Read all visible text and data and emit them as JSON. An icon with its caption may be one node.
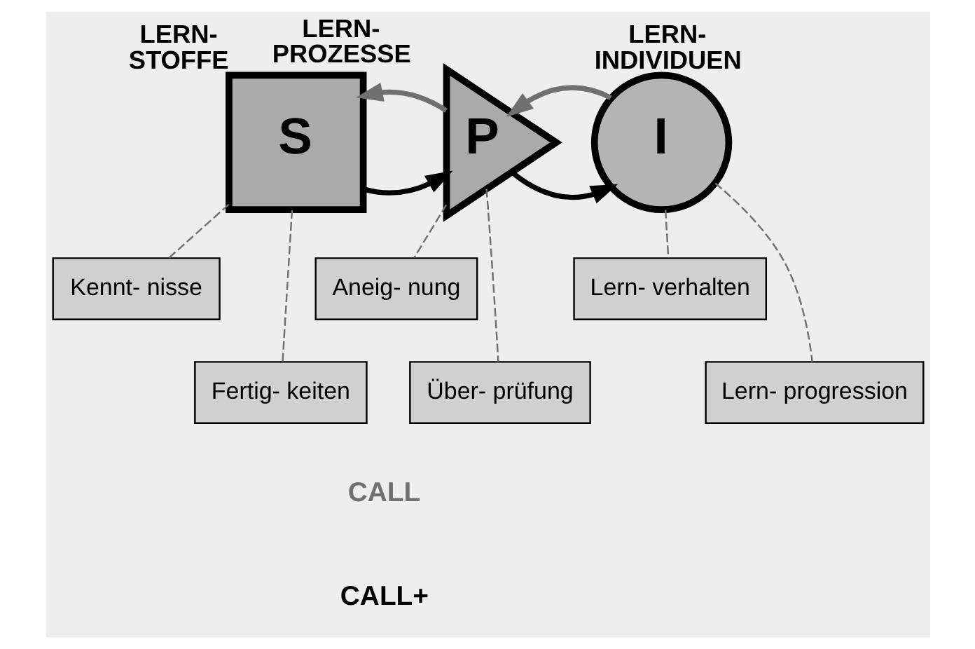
{
  "diagram": {
    "nodes": [
      {
        "text": [
          "LERN- STOFFE",
          "S"
        ]
      },
      {
        "text": [
          "LERN- PROZESSE",
          "P"
        ]
      },
      {
        "text": [
          "LERN- INDIVIDUEN",
          "I"
        ]
      },
      {
        "text": [
          "Kennt- nisse"
        ]
      },
      {
        "text": [
          "Fertig- keiten"
        ]
      },
      {
        "text": [
          "Aneig- nung"
        ]
      },
      {
        "text": [
          "Über- prüfung"
        ]
      },
      {
        "text": [
          "Lern- verhalten"
        ]
      },
      {
        "text": [
          "Lern- progression"
        ]
      }
    ],
    "edges": [
      {
        "from": 0,
        "to": 1,
        "arrow": "to",
        "style": "thick",
        "color": "#000000"
      },
      {
        "from": 1,
        "to": 0,
        "arrow": "to",
        "style": "thick",
        "color": "#707070"
      },
      {
        "from": 1,
        "to": 2,
        "arrow": "to",
        "style": "thick",
        "color": "#000000"
      },
      {
        "from": 2,
        "to": 1,
        "arrow": "to",
        "style": "thick",
        "color": "#707070"
      },
      {
        "from": 0,
        "to": 3,
        "arrow": "none",
        "style": "dashed",
        "color": "#707070"
      },
      {
        "from": 0,
        "to": 4,
        "arrow": "none",
        "style": "dashed",
        "color": "#707070"
      },
      {
        "from": 1,
        "to": 5,
        "arrow": "none",
        "style": "dashed",
        "color": "#707070"
      },
      {
        "from": 1,
        "to": 6,
        "arrow": "none",
        "style": "dashed",
        "color": "#707070"
      },
      {
        "from": 2,
        "to": 7,
        "arrow": "none",
        "style": "dashed",
        "color": "#707070"
      },
      {
        "from": 2,
        "to": 8,
        "arrow": "none",
        "style": "dashed",
        "color": "#707070"
      }
    ],
    "labels": [
      "CALL",
      "CALL+"
    ]
  }
}
